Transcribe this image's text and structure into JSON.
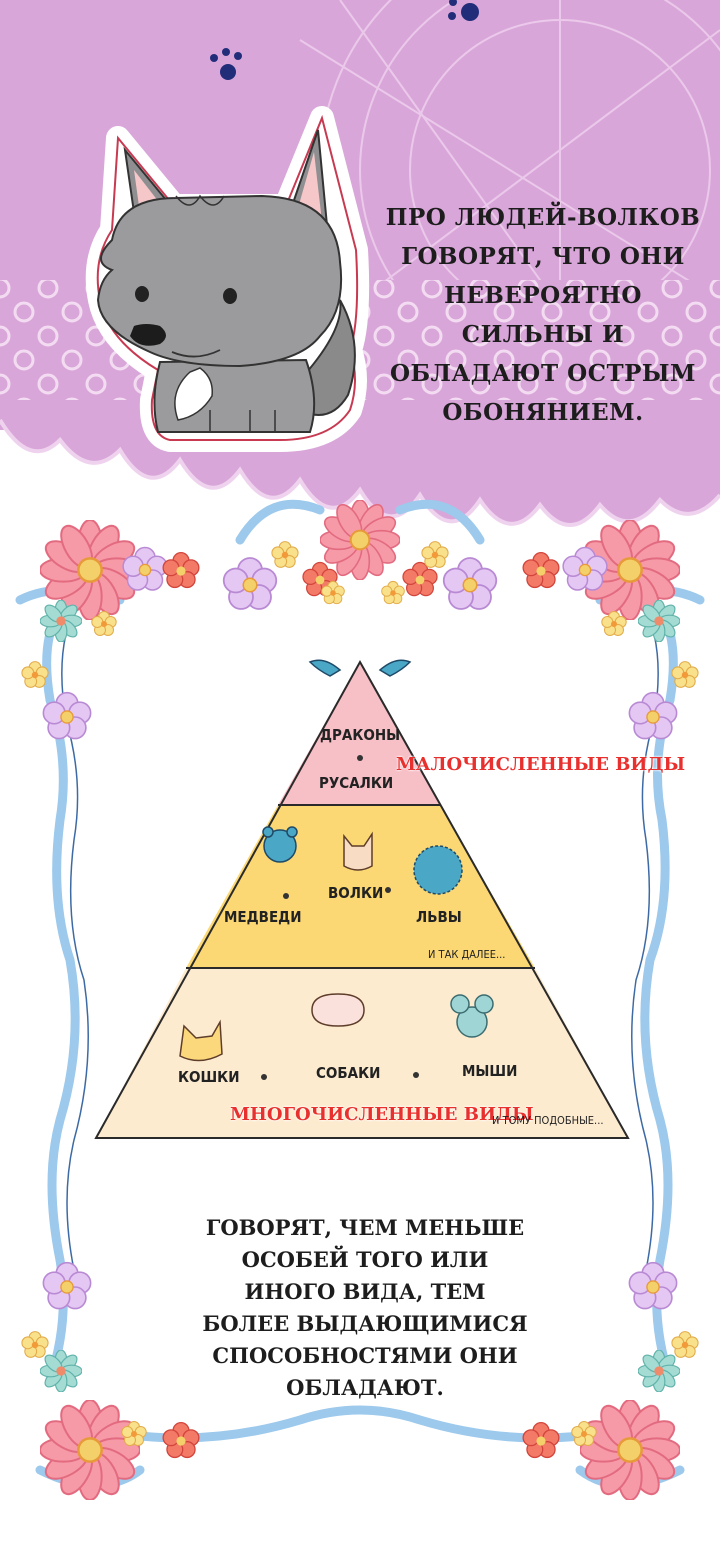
{
  "top_caption": "Про людей-волков говорят, что они невероятно сильны и обладают острым обонянием.",
  "bottom_caption": "Говорят, чем меньше особей того или иного вида, тем более выдающимися способностями они обладают.",
  "pyramid": {
    "top_label": "Малочисленные виды",
    "bottom_label": "Многочисленные виды",
    "tiers": [
      {
        "name": "top",
        "color": "#f7bfc6",
        "items": [
          "Драконы",
          "Русалки"
        ]
      },
      {
        "name": "middle",
        "color": "#fbd874",
        "items": [
          "Медведи",
          "Волки",
          "Львы"
        ],
        "note": "и так далее..."
      },
      {
        "name": "bottom",
        "color": "#fdebd0",
        "items": [
          "Кошки",
          "Собаки",
          "Мыши"
        ],
        "note": "и тому подобные..."
      }
    ]
  },
  "colors": {
    "background_top": "#d9a6d9",
    "frame_ribbon": "#9cc9ec",
    "label_red": "#e8312f"
  },
  "icons": [
    "wolf-pup-illustration",
    "paw-print-icon",
    "dragon-wings-icon",
    "bear-head-icon",
    "cat-head-icon",
    "lion-mane-icon",
    "dog-head-icon",
    "mouse-head-icon",
    "flower-icon",
    "ribbon-icon"
  ]
}
